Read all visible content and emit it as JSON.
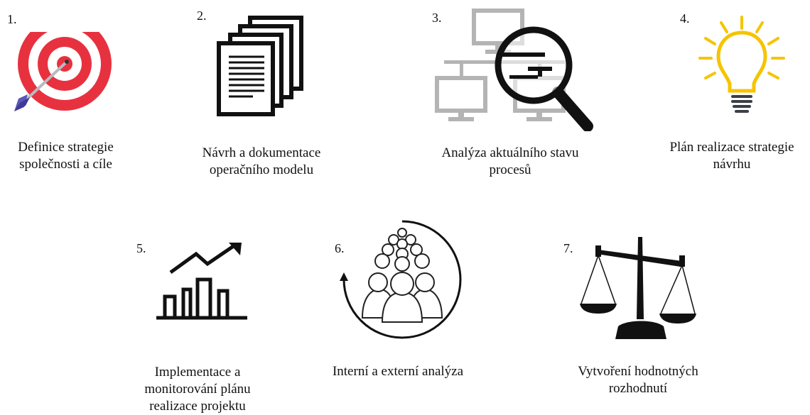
{
  "steps": [
    {
      "number": "1.",
      "lines": [
        "Definice strategie",
        "společnosti a cíle"
      ],
      "icon": "target-icon",
      "accent": "#e8313f"
    },
    {
      "number": "2.",
      "lines": [
        "Návrh a dokumentace",
        "operačního modelu"
      ],
      "icon": "documents-icon"
    },
    {
      "number": "3.",
      "lines": [
        "Analýza aktuálního stavu",
        "procesů"
      ],
      "icon": "network-magnifier-icon"
    },
    {
      "number": "4.",
      "lines": [
        "Plán realizace strategie",
        "návrhu"
      ],
      "icon": "lightbulb-icon",
      "accent": "#f5c400"
    },
    {
      "number": "5.",
      "lines": [
        "Implementace a",
        "monitorování plánu",
        "realizace projektu"
      ],
      "icon": "growth-chart-icon"
    },
    {
      "number": "6.",
      "lines": [
        "Interní a externí analýza"
      ],
      "icon": "people-group-cycle-icon"
    },
    {
      "number": "7.",
      "lines": [
        "Vytvoření hodnotných",
        "rozhodnutí"
      ],
      "icon": "balance-scale-icon"
    }
  ]
}
